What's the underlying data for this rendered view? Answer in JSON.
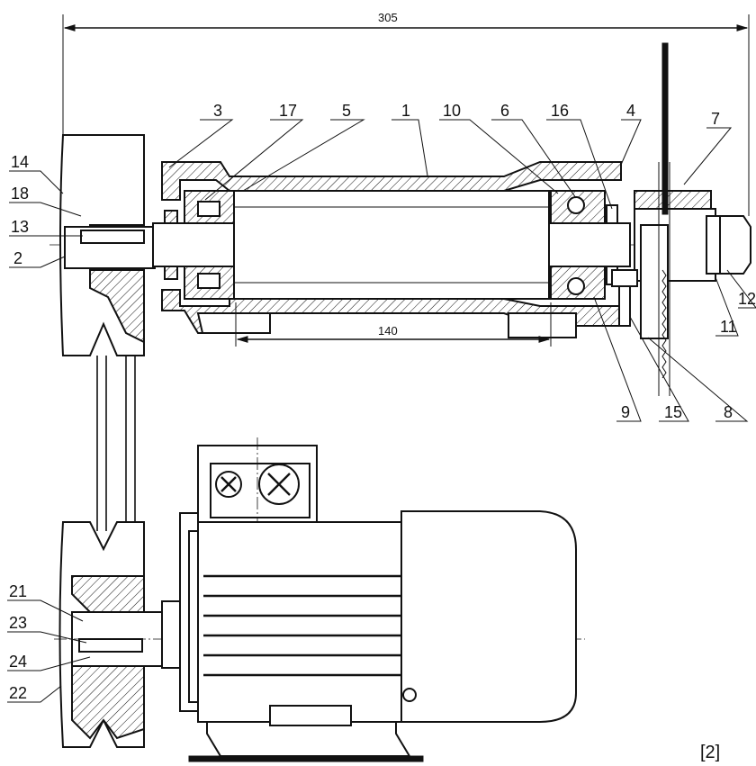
{
  "dimensions": {
    "overall": "305",
    "bearing_span": "140"
  },
  "reference": "[2]",
  "part_labels": [
    "14",
    "18",
    "13",
    "2",
    "3",
    "17",
    "5",
    "1",
    "10",
    "6",
    "16",
    "4",
    "7",
    "12",
    "11",
    "8",
    "15",
    "9",
    "21",
    "23",
    "24",
    "22"
  ]
}
